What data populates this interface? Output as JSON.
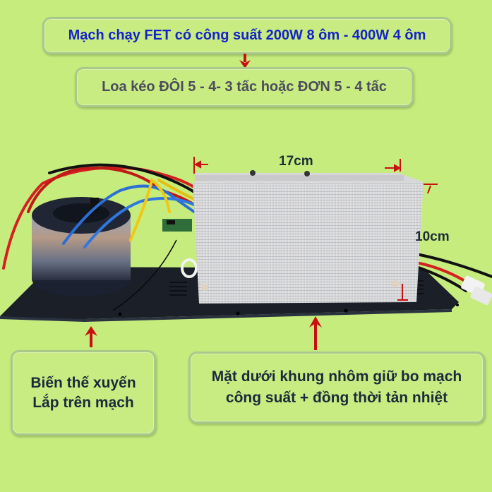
{
  "header": {
    "title": "Mạch chạy FET có công suất 200W 8 ôm - 400W 4 ôm",
    "subtitle": "Loa kéo ĐÔI 5 - 4- 3 tấc hoặc ĐƠN 5 - 4 tấc"
  },
  "dimensions": {
    "width_label": "17cm",
    "height_label": "10cm"
  },
  "callouts": {
    "left": {
      "line1": "Biến thế xuyến",
      "line2": "Lắp trên mạch"
    },
    "right": {
      "line1": "Mặt dưới khung nhôm giữ bo mạch",
      "line2": "công suất + đồng thời tản nhiệt"
    }
  },
  "colors": {
    "background": "#c6ec7e",
    "title_text": "#1524c8",
    "subtitle_text": "#4d4c5c",
    "callout_text": "#1c2a3a",
    "arrow": "#c81010",
    "heatsink": "#dcdcdc",
    "board": "#1a1f28"
  },
  "photo": {
    "components": [
      "toroidal-transformer",
      "aluminum-heatsink",
      "black-mounting-plate",
      "red-wires",
      "blue-wires",
      "yellow-wires",
      "white-connector"
    ]
  }
}
